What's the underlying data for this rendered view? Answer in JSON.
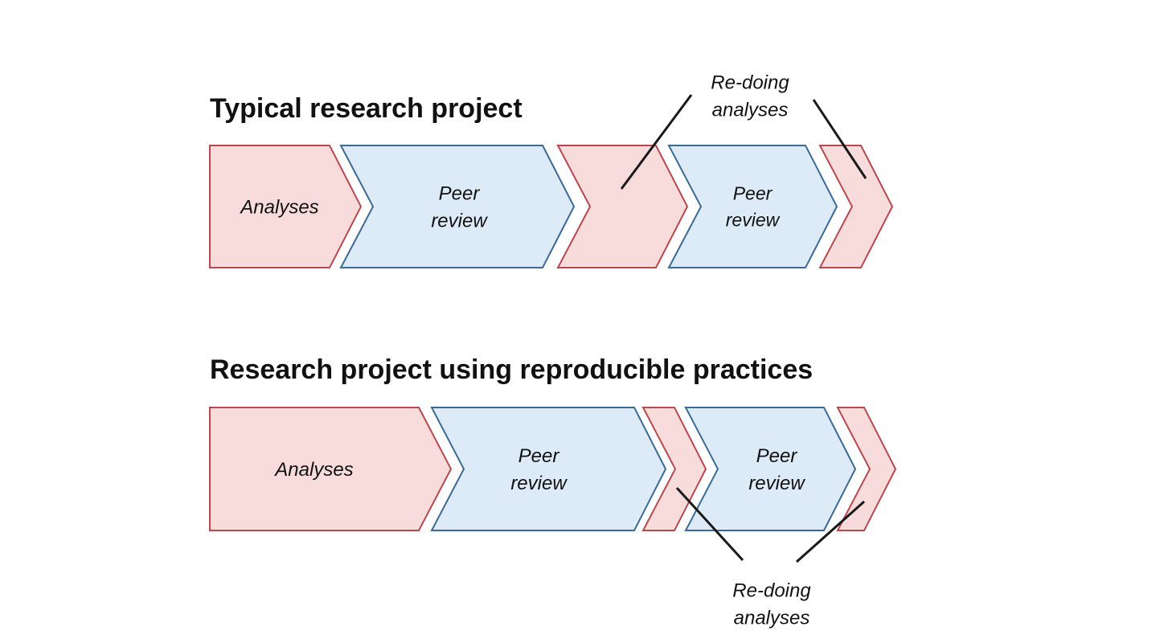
{
  "colors": {
    "analysis_fill": "#f8dcdc",
    "analysis_stroke": "#b8494f",
    "review_fill": "#ddeaf7",
    "review_stroke": "#3b6a95",
    "callout_line": "#1a1a1a",
    "text": "#111111"
  },
  "diagrams": [
    {
      "title": "Typical research project",
      "steps": [
        {
          "kind": "analysis",
          "label": [
            "Analyses"
          ]
        },
        {
          "kind": "review",
          "label": [
            "Peer",
            "review"
          ]
        },
        {
          "kind": "analysis",
          "label": []
        },
        {
          "kind": "review",
          "label": [
            "Peer",
            "review"
          ]
        },
        {
          "kind": "analysis",
          "label": []
        }
      ],
      "callout": {
        "label": [
          "Re-doing",
          "analyses"
        ],
        "targets": [
          2,
          4
        ]
      }
    },
    {
      "title": "Research project using reproducible practices",
      "steps": [
        {
          "kind": "analysis",
          "label": [
            "Analyses"
          ]
        },
        {
          "kind": "review",
          "label": [
            "Peer",
            "review"
          ]
        },
        {
          "kind": "analysis",
          "label": []
        },
        {
          "kind": "review",
          "label": [
            "Peer",
            "review"
          ]
        },
        {
          "kind": "analysis",
          "label": []
        }
      ],
      "callout": {
        "label": [
          "Re-doing",
          "analyses"
        ],
        "targets": [
          2,
          4
        ]
      }
    }
  ]
}
